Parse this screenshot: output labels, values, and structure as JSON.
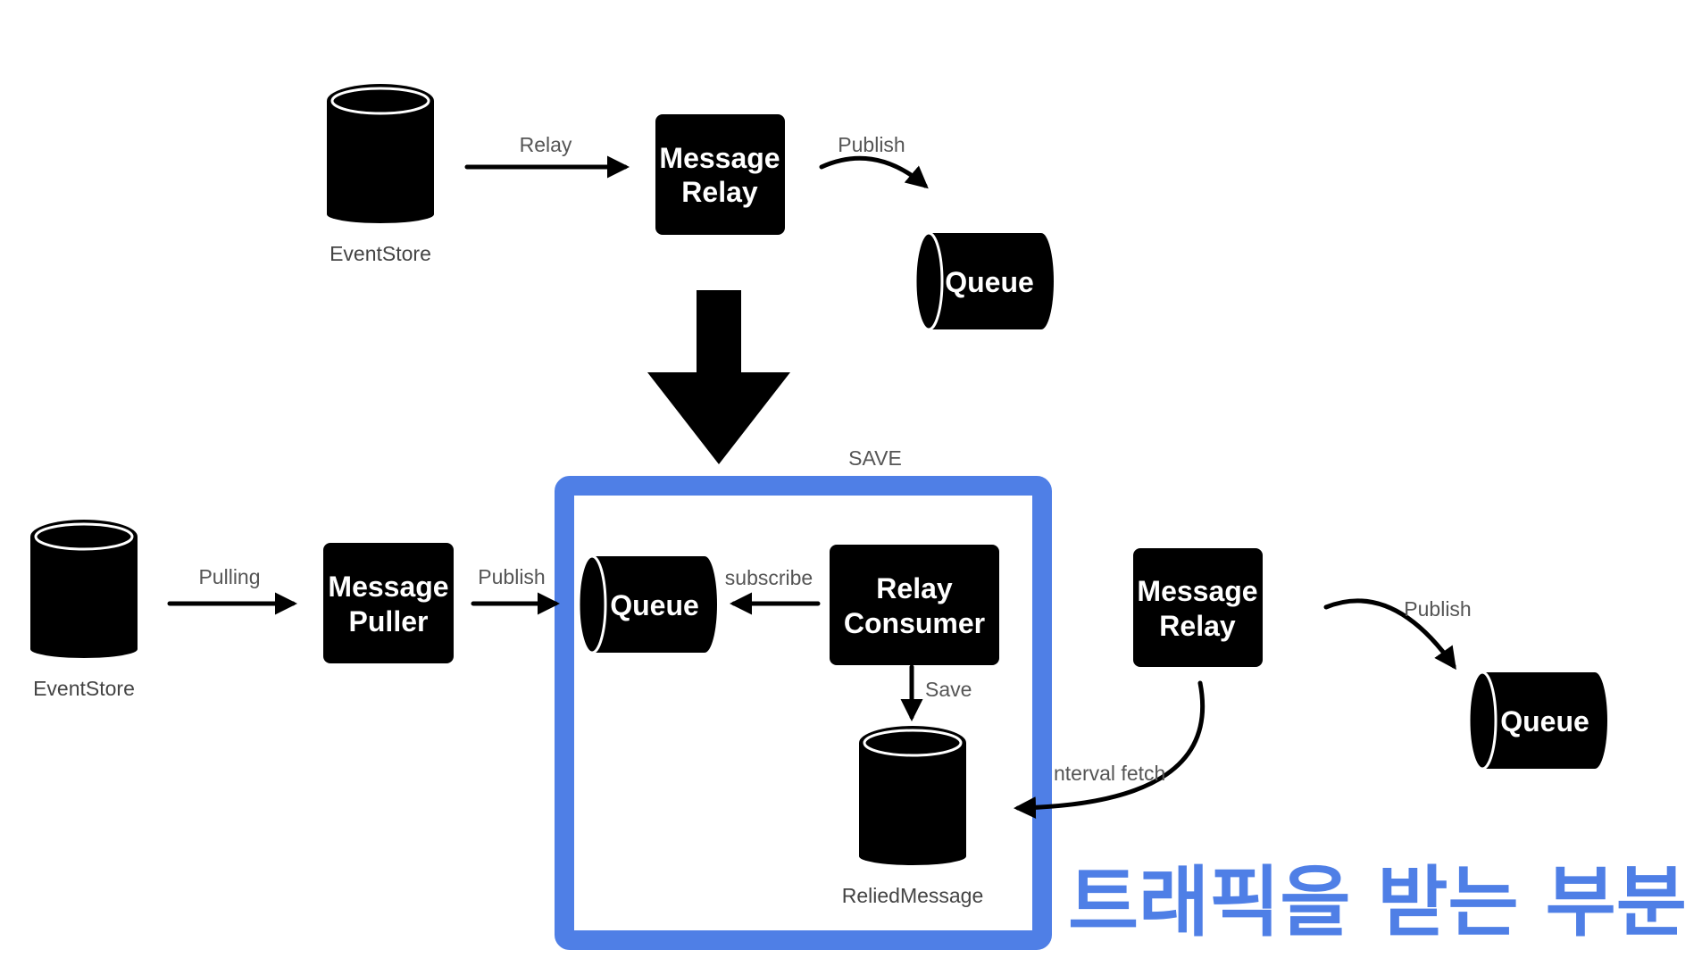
{
  "colors": {
    "highlight": "#4f7fe6",
    "node": "#000000",
    "label": "#555555"
  },
  "top": {
    "eventstore_label": "EventStore",
    "relay_label": "Relay",
    "message_relay_line1": "Message",
    "message_relay_line2": "Relay",
    "publish_label": "Publish",
    "queue_label": "Queue"
  },
  "bottom": {
    "eventstore_label": "EventStore",
    "pulling_label": "Pulling",
    "message_puller_line1": "Message",
    "message_puller_line2": "Puller",
    "publish_label": "Publish",
    "queue_label": "Queue",
    "subscribe_label": "subscribe",
    "relay_consumer_line1": "Relay",
    "relay_consumer_line2": "Consumer",
    "save_label": "Save",
    "relied_message_label": "ReliedMessage",
    "save_upper_label": "SAVE",
    "message_relay_line1": "Message",
    "message_relay_line2": "Relay",
    "interval_fetch_label": "nterval fetch",
    "publish_right_label": "Publish",
    "queue_right_label": "Queue"
  },
  "caption": "트래픽을 받는 부분"
}
